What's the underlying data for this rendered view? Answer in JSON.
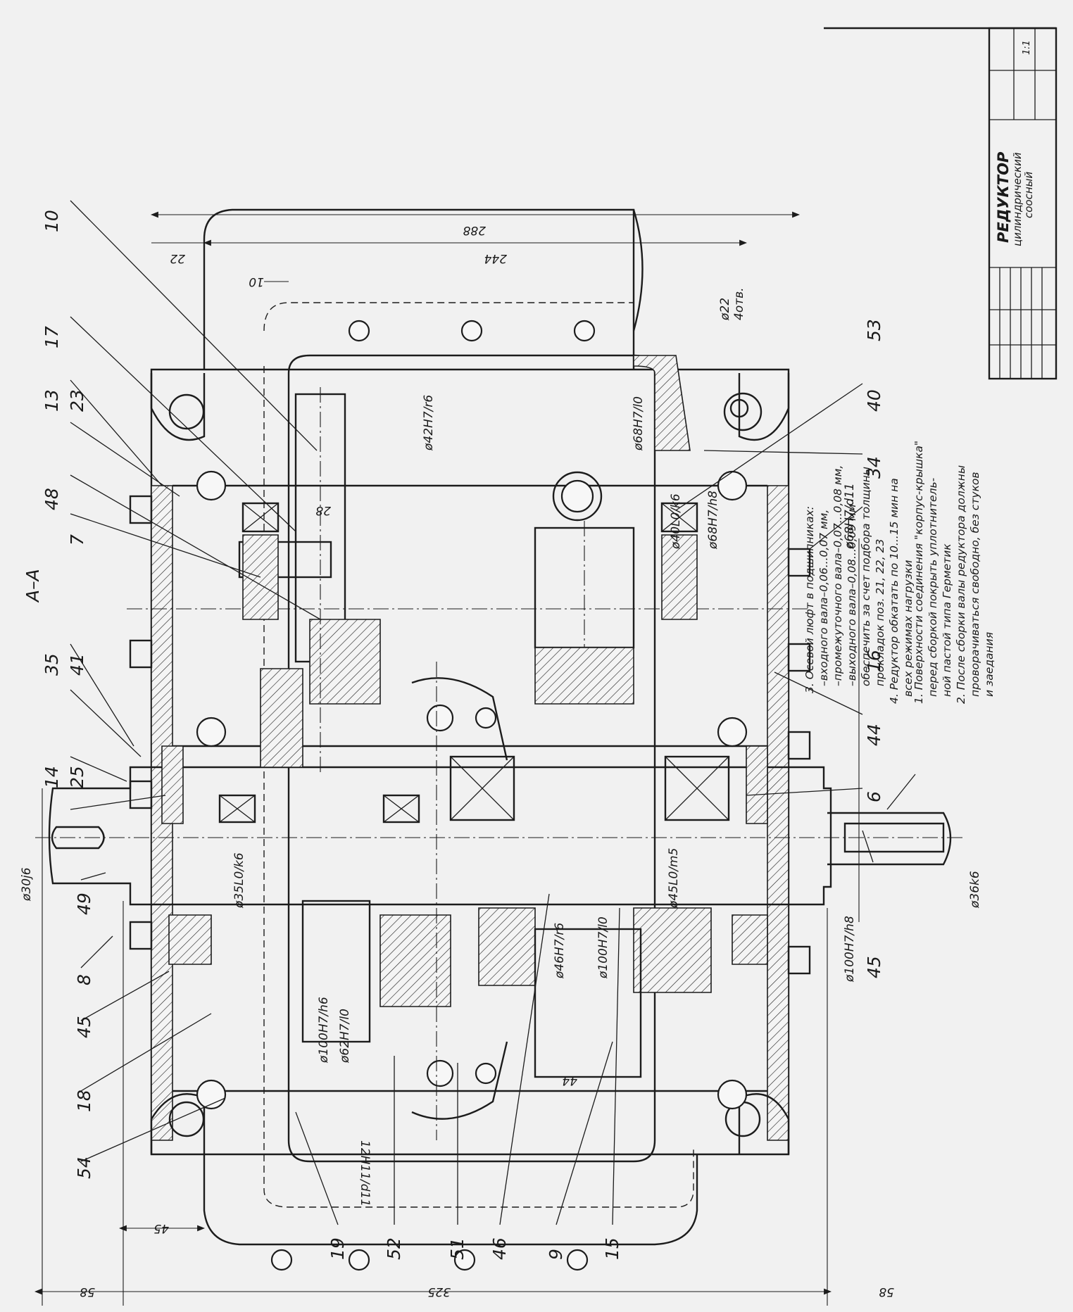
{
  "section_label": "А–А",
  "title_block": {
    "title": "РЕДУКТОР",
    "subtitle_line1": "цилиндрический",
    "subtitle_line2": "соосный",
    "scale": "1:1"
  },
  "notes": [
    "1. Поверхности соединения \"корпус-крышка\"",
    "перед сборкой покрыть уплотнитель-",
    "ной пастой типа Герметик",
    "2. После сборки валы редуктора должны",
    "проворачиваться свободно, без стуков",
    "и заедания",
    "3. Осевой люфт в подшипниках:",
    "–входного вала–0,06...0,07 мм,",
    "–промежуточного вала–0,07...0,08 мм,",
    "–выходного вала–0,08...0,09 мм",
    "обеспечить за счет подбора толщины",
    "прокладок поз. 21, 22, 23",
    "4. Редуктор обкатать по 10...15 мин на",
    "всех режимах нагрузки"
  ],
  "part_labels": [
    "10",
    "17",
    "13",
    "23",
    "48",
    "7",
    "35",
    "41",
    "14",
    "25",
    "49",
    "8",
    "45",
    "18",
    "54",
    "19",
    "52",
    "51",
    "46",
    "9",
    "15",
    "45",
    "6",
    "44",
    "16",
    "34",
    "40",
    "53"
  ],
  "dimensions": {
    "d288": "288",
    "d244": "244",
    "d22": "22",
    "d10": "10",
    "d28": "28",
    "d44": "44",
    "d58_top": "58",
    "d58_bottom": "58",
    "d325": "325",
    "d45": "45",
    "hole": "ø22",
    "hole_count": "4отв.",
    "fit_42": "ø42H7/r6",
    "fit_68_10": "ø68H7/l0",
    "fit_40": "ø40L0/k6",
    "fit_68_h8": "ø68H7/h8",
    "fit_68_d11": "ø68H7/d11",
    "fit_30": "ø30j6",
    "fit_35": "ø35L0/k6",
    "fit_100_h6": "ø100H7/h6",
    "fit_62": "ø62H7/l0",
    "fit_12": "12H11/d11",
    "fit_46": "ø46H7/r6",
    "fit_100_l0": "ø100H7/l0",
    "fit_45": "ø45L0/m5",
    "fit_100_h8": "ø100H7/h8",
    "fit_36": "ø36k6"
  },
  "colors": {
    "ink": "#1c1c1c",
    "paper": "#f1f1f1"
  }
}
